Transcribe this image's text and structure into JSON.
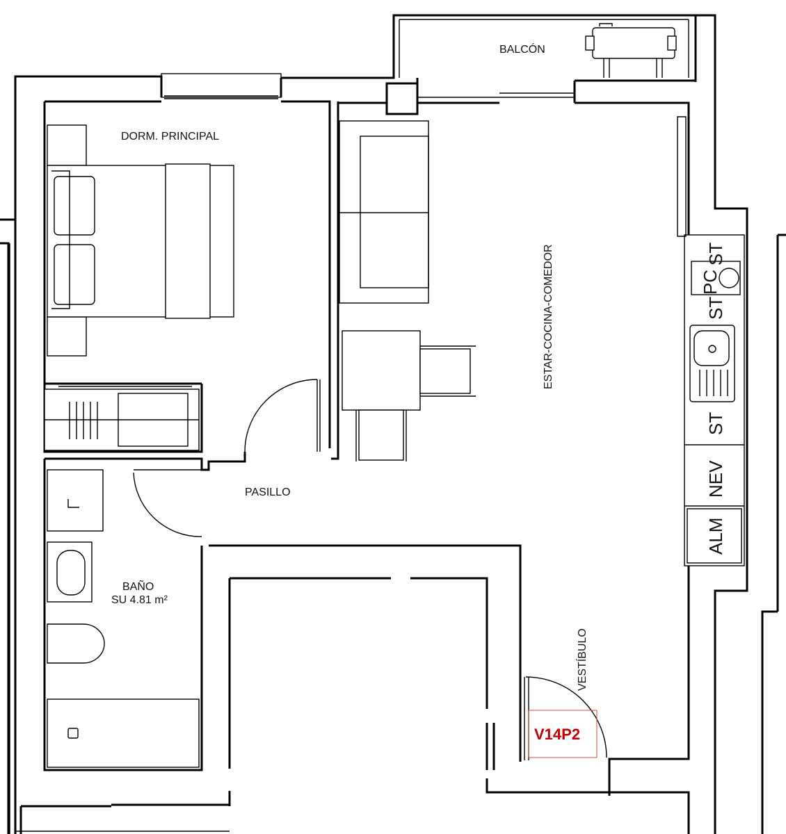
{
  "rooms": {
    "balcony": "BALCÓN",
    "master_bedroom": "DORM. PRINCIPAL",
    "living_kitchen_dining": "ESTAR-COCINA-COMEDOR",
    "hallway": "PASILLO",
    "bathroom": "BAÑO",
    "bathroom_area": "SU 4.81 m²",
    "entrance": "VESTÍBULO"
  },
  "kitchen": {
    "st_top": "ST",
    "pc": "PC",
    "st_middle": "ST",
    "st_lower": "ST",
    "fridge": "NEV",
    "storage": "ALM"
  },
  "unit_code": "V14P2",
  "colors": {
    "unit_code": "#c00000",
    "lines": "#000000",
    "background": "#ffffff"
  }
}
